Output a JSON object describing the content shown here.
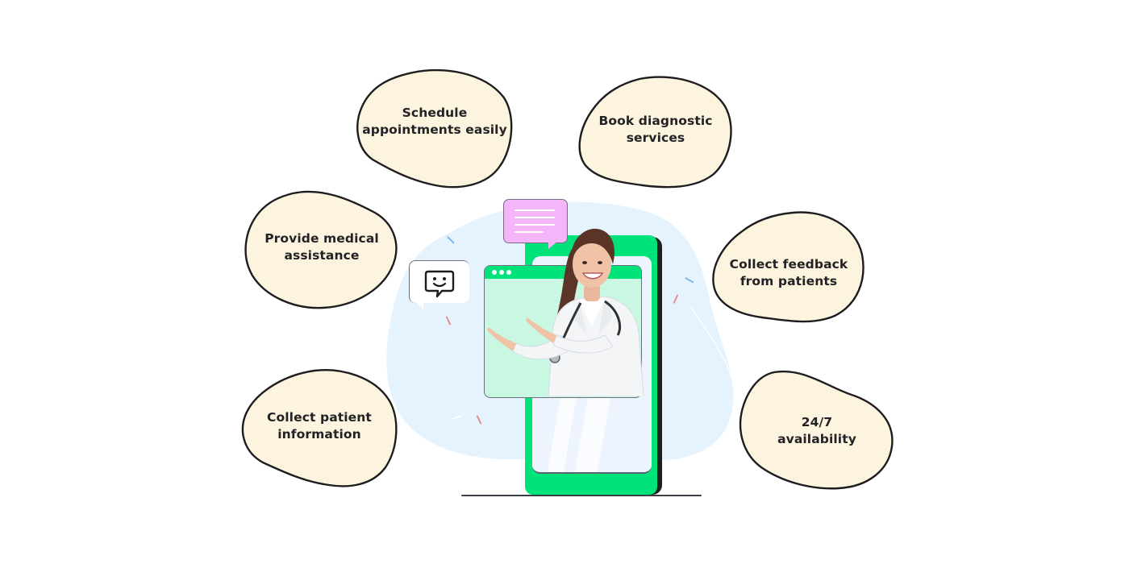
{
  "features": [
    {
      "id": "schedule",
      "label_line1": "Schedule",
      "label_line2": "appointments easily"
    },
    {
      "id": "book-diagnostic",
      "label_line1": "Book diagnostic",
      "label_line2": "services"
    },
    {
      "id": "medical-assistance",
      "label_line1": "Provide medical",
      "label_line2": "assistance"
    },
    {
      "id": "collect-feedback",
      "label_line1": "Collect feedback",
      "label_line2": "from patients"
    },
    {
      "id": "patient-info",
      "label_line1": "Collect patient",
      "label_line2": "information"
    },
    {
      "id": "availability",
      "label_line1": "24/7",
      "label_line2": "availability"
    }
  ],
  "illustration": {
    "subject": "Smiling doctor in white coat with stethoscope pointing left, emerging from a phone app window",
    "icons": [
      "chat-message-icon",
      "smiley-chat-icon",
      "phone-icon",
      "browser-window-icon"
    ]
  },
  "colors": {
    "blob_fill": "#fdf4df",
    "blob_stroke": "#1d1d1f",
    "phone_green": "#00e27a",
    "screen_bg": "#edf4fd",
    "window_mint": "#c8f7e2",
    "chat_pink": "#f4b5f9",
    "background_blob": "#e4f3fe",
    "text": "#222226"
  }
}
